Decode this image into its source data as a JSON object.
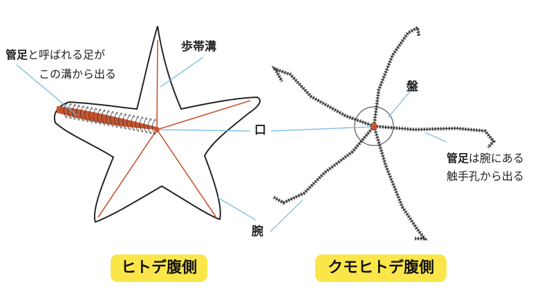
{
  "left": {
    "tube_feet_line1_bold": "管足",
    "tube_feet_line1_rest": "と呼ばれる足が",
    "tube_feet_line2": "この溝から出る",
    "ambulacral_groove": "歩帯溝",
    "caption": "ヒトデ腹側"
  },
  "center": {
    "mouth": "口",
    "arm": "腕"
  },
  "right": {
    "disc": "盤",
    "tube_feet_line1_bold": "管足",
    "tube_feet_line1_rest": "は腕にある",
    "tube_feet_line2": "触手孔から出る",
    "caption": "クモヒトデ腹側"
  },
  "colors": {
    "groove": "#c8542f",
    "leader": "#6db5e0",
    "badge": "#fbe64a",
    "outline": "#222222"
  }
}
